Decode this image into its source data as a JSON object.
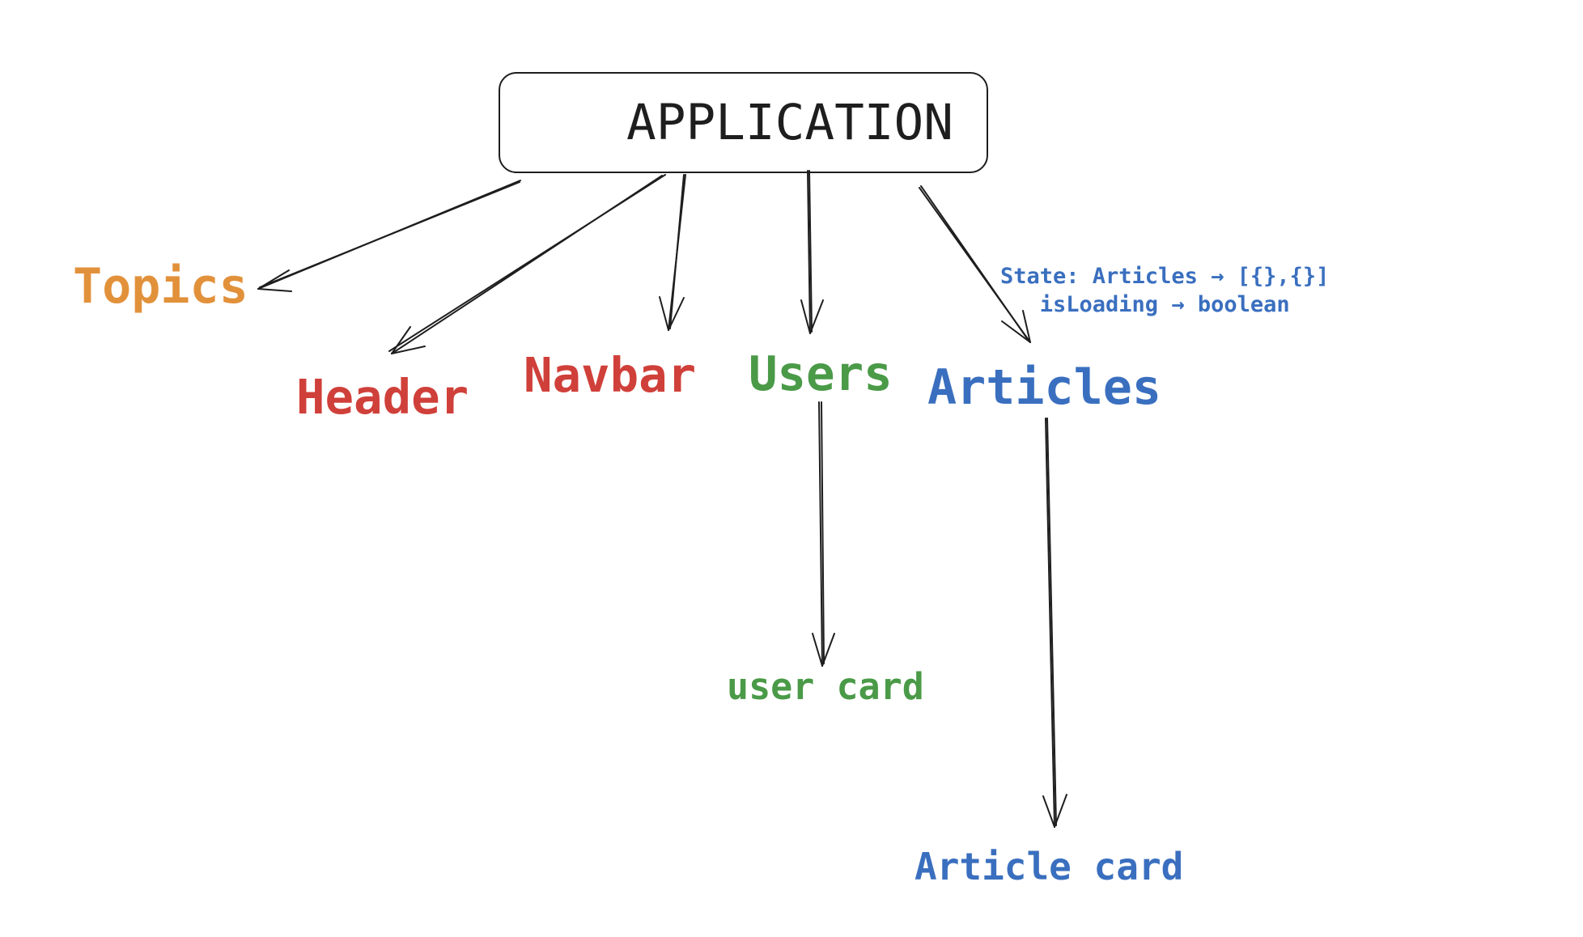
{
  "diagram": {
    "root": {
      "label": "APPLICATION"
    },
    "nodes": {
      "topics": {
        "label": "Topics",
        "color": "#e2913b"
      },
      "header": {
        "label": "Header",
        "color": "#d0403a"
      },
      "navbar": {
        "label": "Navbar",
        "color": "#d0403a"
      },
      "users": {
        "label": "Users",
        "color": "#4a9a48"
      },
      "articles": {
        "label": "Articles",
        "color": "#3a6fbf"
      },
      "user_card": {
        "label": "user card",
        "color": "#4a9a48"
      },
      "article_card": {
        "label": "Article card",
        "color": "#3a6fbf"
      }
    },
    "state_note": {
      "line1": "State: Articles → [{},{}]",
      "line2": "isLoading → boolean",
      "color": "#3a6fbf"
    },
    "stroke_color": "#1e1e1e"
  }
}
